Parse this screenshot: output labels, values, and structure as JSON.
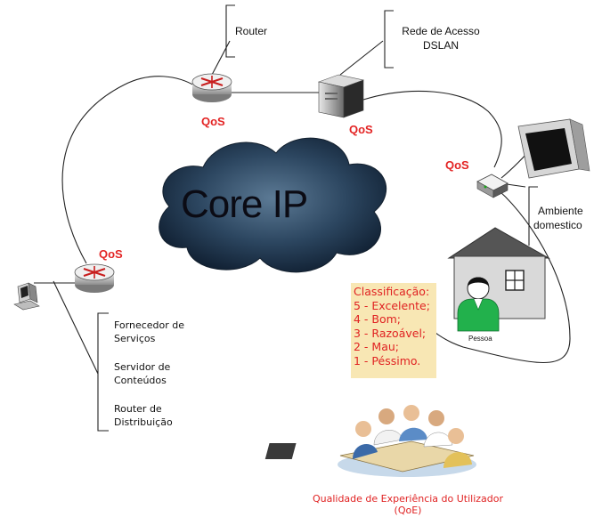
{
  "labels": {
    "router": "Router",
    "rede_line1": "Rede de Acesso",
    "rede_line2": "DSLAN",
    "core": "Core IP",
    "ambiente_line1": "Ambiente",
    "ambiente_line2": "domestico",
    "pessoa": "Pessoa",
    "fornecedor_line1": "Fornecedor de",
    "fornecedor_line2": "Serviços",
    "servidor_line1": "Servidor de",
    "servidor_line2": "Conteúdos",
    "distribuicao_line1": "Router de",
    "distribuicao_line2": "Distribuição"
  },
  "qos_label": "QoS",
  "classificacao": {
    "title": "Classificação:",
    "items": [
      "5 - Excelente;",
      "4 - Bom;",
      "3 - Razoável;",
      "2 - Mau;",
      "1 - Péssimo."
    ]
  },
  "qoe": {
    "line1": "Qualidade de Experiência do Utilizador",
    "line2": "(QoE)"
  },
  "colors": {
    "qos": "#e32424",
    "classification_text": "#e02222",
    "classification_bg": "#f8e7b4",
    "cloud": "#2f4a63",
    "house": "#d9d9d9",
    "person": "#22b14c"
  }
}
